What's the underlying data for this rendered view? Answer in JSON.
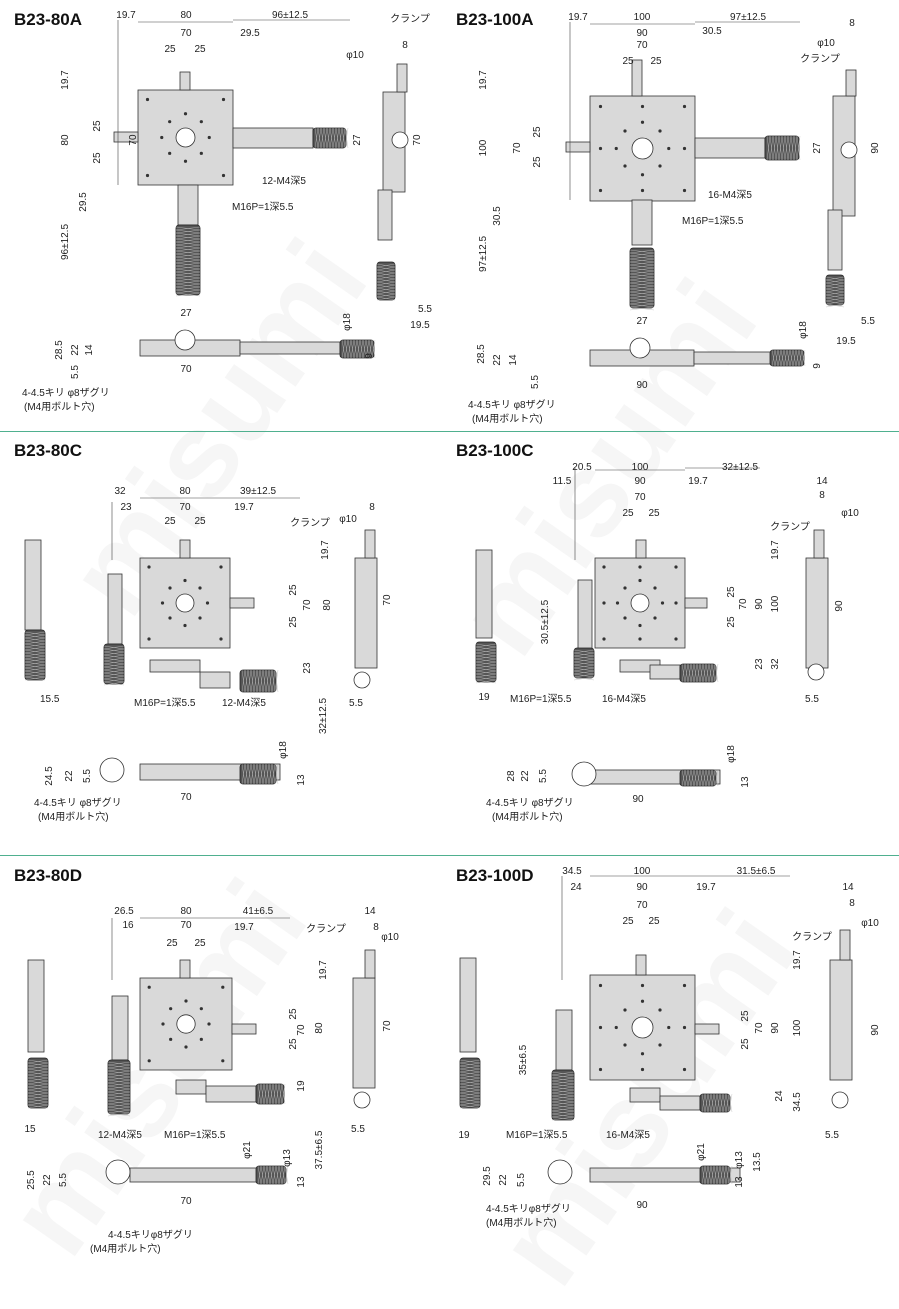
{
  "watermark": "misumi",
  "colors": {
    "divider": "#4fb08f",
    "line": "#444444",
    "part": "#d9d9d9",
    "knurl": "#555555"
  },
  "panels": [
    {
      "id": "b23-80a",
      "title": "B23-80A",
      "texts": [
        "19.7",
        "80",
        "96±12.5",
        "クランプ",
        "70",
        "29.5",
        "φ10",
        "8",
        "25",
        "25",
        "19.7",
        "80",
        "25",
        "25",
        "70",
        "27",
        "70",
        "12-M4深5",
        "M16P=1深5.5",
        "29.5",
        "96±12.5",
        "27",
        "5.5",
        "19.5",
        "φ18",
        "28.5",
        "22",
        "14",
        "5.5",
        "70",
        "9",
        "4-4.5キリ φ8ザグリ",
        "(M4用ボルト穴)"
      ]
    },
    {
      "id": "b23-100a",
      "title": "B23-100A",
      "texts": [
        "19.7",
        "100",
        "97±12.5",
        "8",
        "90",
        "30.5",
        "φ10",
        "70",
        "クランプ",
        "25",
        "25",
        "19.7",
        "100",
        "70",
        "25",
        "25",
        "27",
        "90",
        "16-M4深5",
        "M16P=1深5.5",
        "30.5",
        "97±12.5",
        "27",
        "5.5",
        "19.5",
        "φ18",
        "28.5",
        "22",
        "14",
        "5.5",
        "90",
        "9",
        "4-4.5キリ φ8ザグリ",
        "(M4用ボルト穴)"
      ]
    },
    {
      "id": "b23-80c",
      "title": "B23-80C",
      "texts": [
        "32",
        "80",
        "39±12.5",
        "23",
        "70",
        "19.7",
        "クランプ",
        "φ10",
        "8",
        "25",
        "25",
        "19.7",
        "25",
        "70",
        "80",
        "25",
        "70",
        "23",
        "15.5",
        "M16P=1深5.5",
        "12-M4深5",
        "5.5",
        "32±12.5",
        "φ18",
        "24.5",
        "22",
        "5.5",
        "13",
        "4-4.5キリ φ8ザグリ",
        "(M4用ボルト穴)",
        "70"
      ]
    },
    {
      "id": "b23-100c",
      "title": "B23-100C",
      "texts": [
        "20.5",
        "100",
        "32±12.5",
        "11.5",
        "90",
        "19.7",
        "14",
        "8",
        "70",
        "クランプ",
        "φ10",
        "25",
        "25",
        "19.7",
        "30.5±12.5",
        "25",
        "70",
        "90",
        "100",
        "25",
        "90",
        "23",
        "32",
        "19",
        "M16P=1深5.5",
        "16-M4深5",
        "5.5",
        "φ18",
        "28",
        "22",
        "5.5",
        "13",
        "4-4.5キリ φ8ザグリ",
        "(M4用ボルト穴)",
        "90"
      ]
    },
    {
      "id": "b23-80d",
      "title": "B23-80D",
      "texts": [
        "26.5",
        "80",
        "41±6.5",
        "16",
        "70",
        "14",
        "19.7",
        "クランプ",
        "8",
        "φ10",
        "25",
        "25",
        "19.7",
        "25",
        "70",
        "80",
        "25",
        "70",
        "19",
        "15",
        "12-M4深5",
        "M16P=1深5.5",
        "37.5±6.5",
        "5.5",
        "φ21",
        "φ13",
        "25.5",
        "22",
        "5.5",
        "13",
        "70",
        "4-4.5キリφ8ザグリ",
        "(M4用ボルト穴)"
      ]
    },
    {
      "id": "b23-100d",
      "title": "B23-100D",
      "texts": [
        "34.5",
        "100",
        "31.5±6.5",
        "24",
        "90",
        "19.7",
        "14",
        "70",
        "8",
        "クランプ",
        "φ10",
        "25",
        "25",
        "19.7",
        "25",
        "70",
        "90",
        "100",
        "35±6.5",
        "25",
        "90",
        "24",
        "34.5",
        "19",
        "M16P=1深5.5",
        "16-M4深5",
        "5.5",
        "φ21",
        "φ13",
        "29.5",
        "22",
        "5.5",
        "13",
        "13.5",
        "90",
        "4-4.5キリφ8ザグリ",
        "(M4用ボルト穴)"
      ]
    }
  ]
}
